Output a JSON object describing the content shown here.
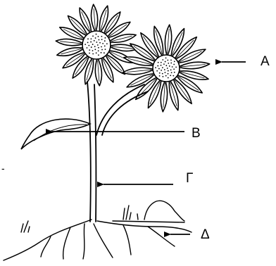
{
  "labels": {
    "a": "A",
    "b": "B",
    "c": "Γ",
    "d": "Δ",
    "edge_mark": "-"
  },
  "parts": {
    "a": "flower-head",
    "b": "leaf",
    "c": "stem",
    "d": "root"
  },
  "colors": {
    "ink": "#000000",
    "paper": "#ffffff"
  }
}
